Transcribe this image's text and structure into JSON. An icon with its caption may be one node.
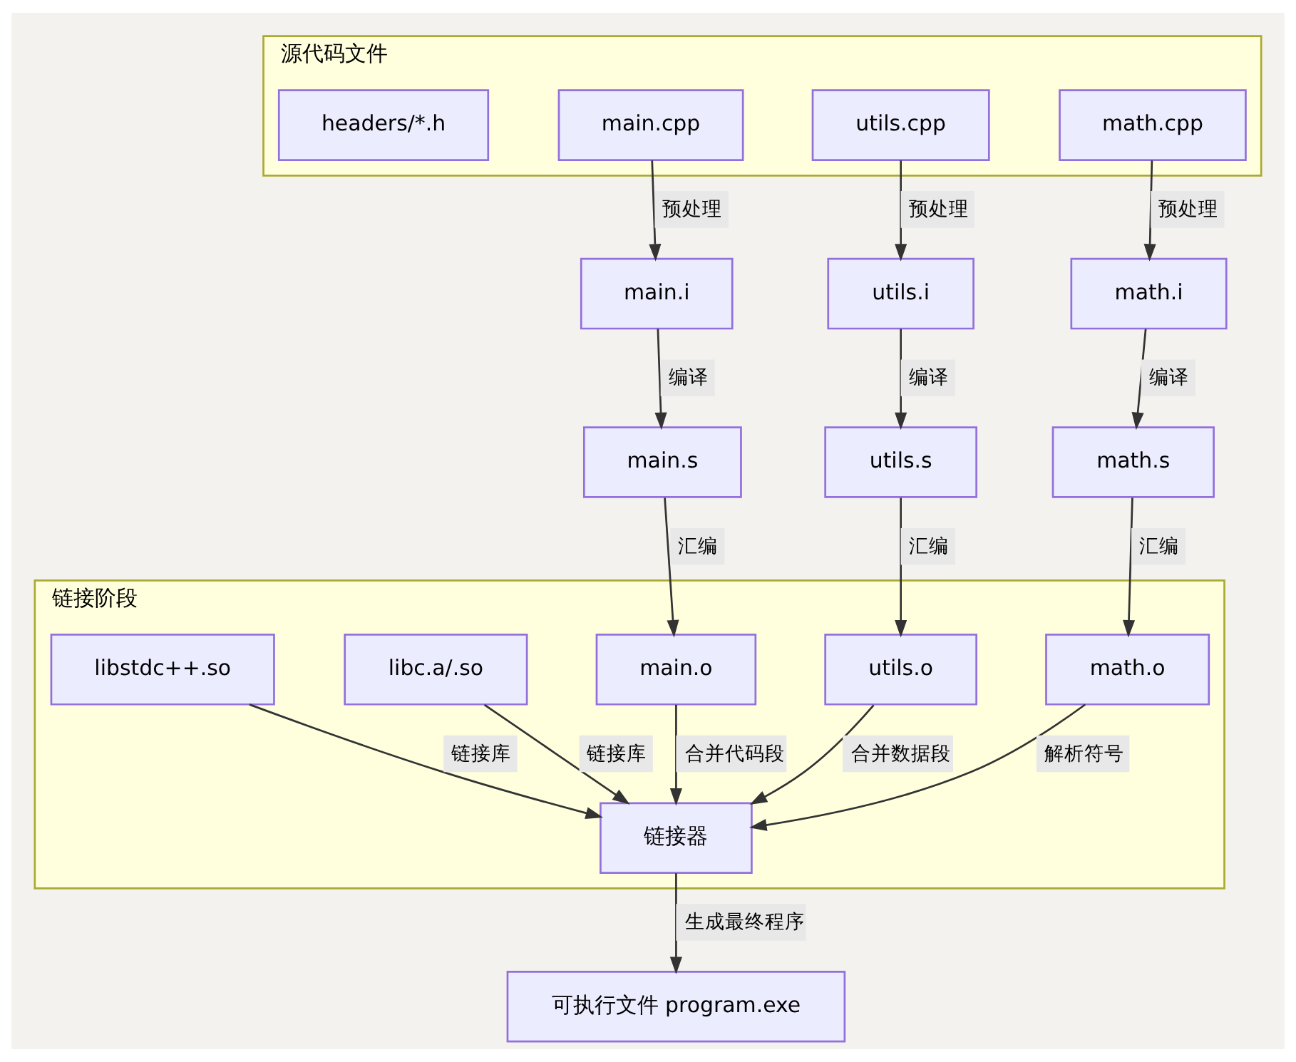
{
  "diagram": {
    "nodes": [
      {
        "text": [
          "源代码文件"
        ]
      },
      {
        "text": [
          "main.cpp"
        ],
        "in": 0
      },
      {
        "text": [
          "utils.cpp"
        ],
        "in": 0
      },
      {
        "text": [
          "math.cpp"
        ],
        "in": 0
      },
      {
        "text": [
          "headers/*.h"
        ],
        "in": 0
      },
      {
        "text": [
          "main.i"
        ]
      },
      {
        "text": [
          "utils.i"
        ]
      },
      {
        "text": [
          "math.i"
        ]
      },
      {
        "text": [
          "main.s"
        ]
      },
      {
        "text": [
          "utils.s"
        ]
      },
      {
        "text": [
          "math.s"
        ]
      },
      {
        "text": [
          "链接阶段"
        ]
      },
      {
        "text": [
          "main.o"
        ],
        "in": 11
      },
      {
        "text": [
          "utils.o"
        ],
        "in": 11
      },
      {
        "text": [
          "math.o"
        ],
        "in": 11
      },
      {
        "text": [
          "libc.a/.so"
        ],
        "in": 11
      },
      {
        "text": [
          "libstdc++.so"
        ],
        "in": 11
      },
      {
        "text": [
          "链接器"
        ],
        "in": 11
      },
      {
        "text": [
          "可执行文件 program.exe"
        ]
      }
    ],
    "edges": [
      {
        "from": 1,
        "to": 5,
        "arrow": "to",
        "label": "预处理"
      },
      {
        "from": 2,
        "to": 6,
        "arrow": "to",
        "label": "预处理"
      },
      {
        "from": 3,
        "to": 7,
        "arrow": "to",
        "label": "预处理"
      },
      {
        "from": 5,
        "to": 8,
        "arrow": "to",
        "label": "编译"
      },
      {
        "from": 6,
        "to": 9,
        "arrow": "to",
        "label": "编译"
      },
      {
        "from": 7,
        "to": 10,
        "arrow": "to",
        "label": "编译"
      },
      {
        "from": 8,
        "to": 12,
        "arrow": "to",
        "label": "汇编"
      },
      {
        "from": 9,
        "to": 13,
        "arrow": "to",
        "label": "汇编"
      },
      {
        "from": 10,
        "to": 14,
        "arrow": "to",
        "label": "汇编"
      },
      {
        "from": 12,
        "to": 17,
        "arrow": "to",
        "label": "合并代码段"
      },
      {
        "from": 13,
        "to": 17,
        "arrow": "to",
        "label": "合并数据段"
      },
      {
        "from": 14,
        "to": 17,
        "arrow": "to",
        "label": "解析符号"
      },
      {
        "from": 15,
        "to": 17,
        "arrow": "to",
        "label": "链接库"
      },
      {
        "from": 16,
        "to": 17,
        "arrow": "to",
        "label": "链接库"
      },
      {
        "from": 17,
        "to": 18,
        "arrow": "to",
        "label": "生成最终程序"
      }
    ]
  }
}
